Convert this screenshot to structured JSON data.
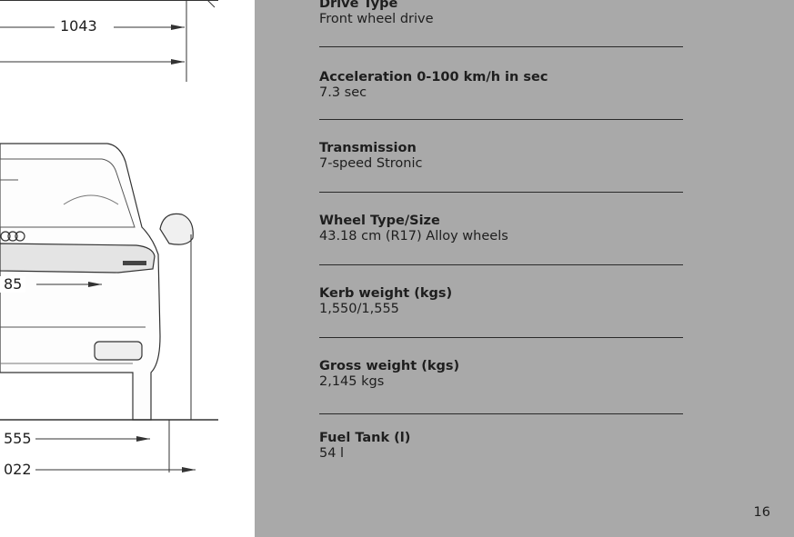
{
  "drawing": {
    "side_dimension": "1043",
    "front_track_partial": "85",
    "bottom_dim_1": "555",
    "bottom_dim_2": "022"
  },
  "specs": [
    {
      "label": "Drive Type",
      "value": "Front wheel drive"
    },
    {
      "label": "Acceleration 0-100 km/h in sec",
      "value": "7.3 sec"
    },
    {
      "label": "Transmission",
      "value": "7-speed Stronic"
    },
    {
      "label": "Wheel Type/Size",
      "value": "43.18 cm (R17) Alloy wheels"
    },
    {
      "label": "Kerb weight (kgs)",
      "value": "1,550/1,555"
    },
    {
      "label": "Gross weight (kgs)",
      "value": "2,145 kgs"
    },
    {
      "label": "Fuel Tank (l)",
      "value": "54 l"
    }
  ],
  "page_number": "16"
}
